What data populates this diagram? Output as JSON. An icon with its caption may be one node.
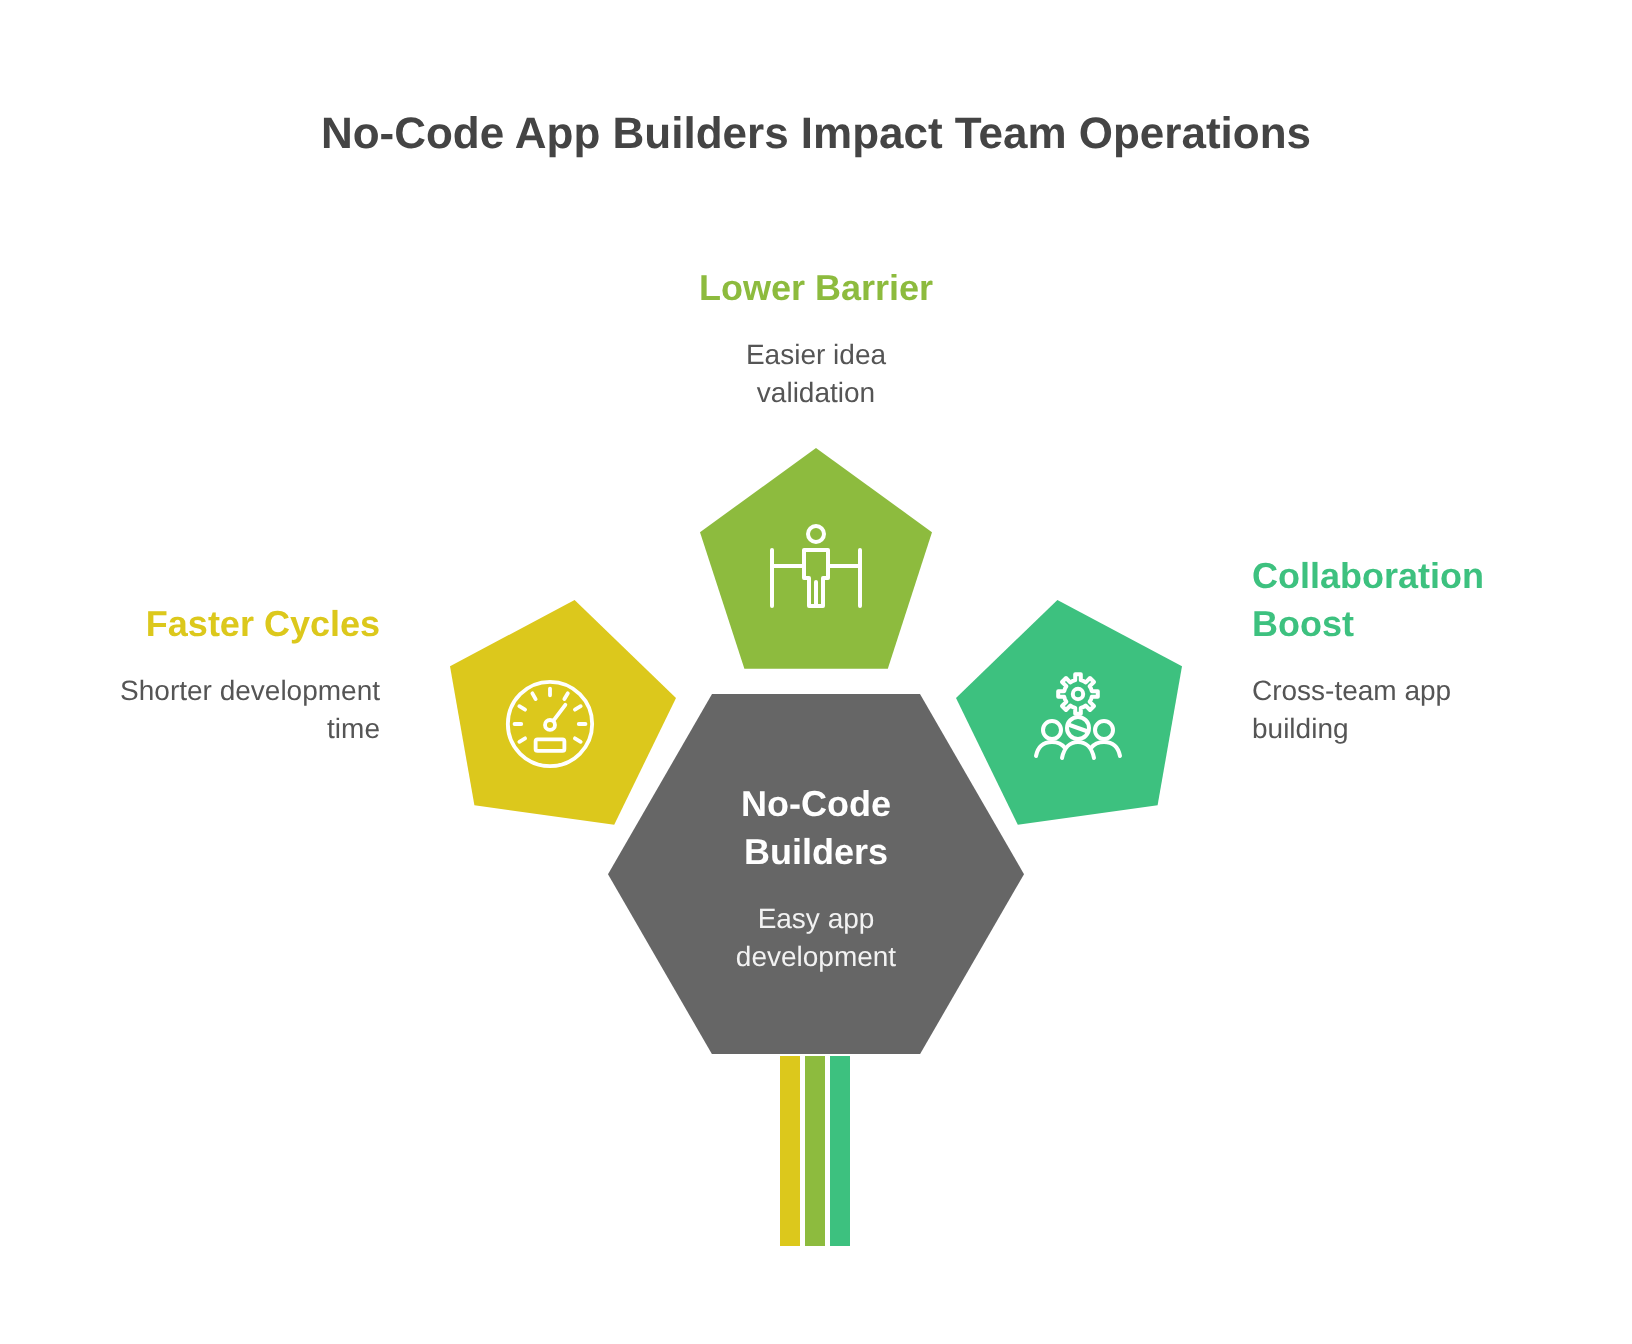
{
  "diagram": {
    "title": "No-Code App Builders Impact Team Operations",
    "nodes": [
      {
        "text": [
          "Lower Barrier",
          "Easier idea validation"
        ]
      },
      {
        "text": [
          "Faster Cycles",
          "Shorter development time"
        ]
      },
      {
        "text": [
          "Collaboration Boost",
          "Cross-team app building"
        ]
      },
      {
        "text": [
          "No-Code Builders",
          "Easy app development"
        ]
      }
    ]
  }
}
